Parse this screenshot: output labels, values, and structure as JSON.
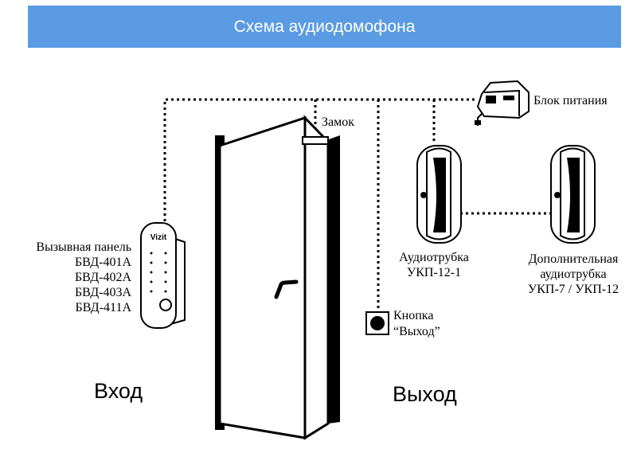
{
  "title": "Схема аудиодомофона",
  "labels": {
    "lock": "Замок",
    "power_supply": "Блок питания",
    "call_panel": {
      "heading": "Вызывная панель",
      "models": [
        "БВД-401А",
        "БВД-402А",
        "БВД-403А",
        "БВД-411А"
      ]
    },
    "handset": {
      "name": "Аудиотрубка",
      "model": "УКП-12-1"
    },
    "extra_handset": {
      "line1": "Дополнительная",
      "line2": "аудиотрубка",
      "model": "УКП-7 / УКП-12"
    },
    "exit_button": {
      "line1": "Кнопка",
      "line2": "“Выход”"
    },
    "entry": "Вход",
    "exit": "Выход",
    "panel_logo": "Vizit"
  },
  "colors": {
    "banner": "#5a9be3",
    "banner_text": "#ffffff",
    "line": "#000000"
  }
}
